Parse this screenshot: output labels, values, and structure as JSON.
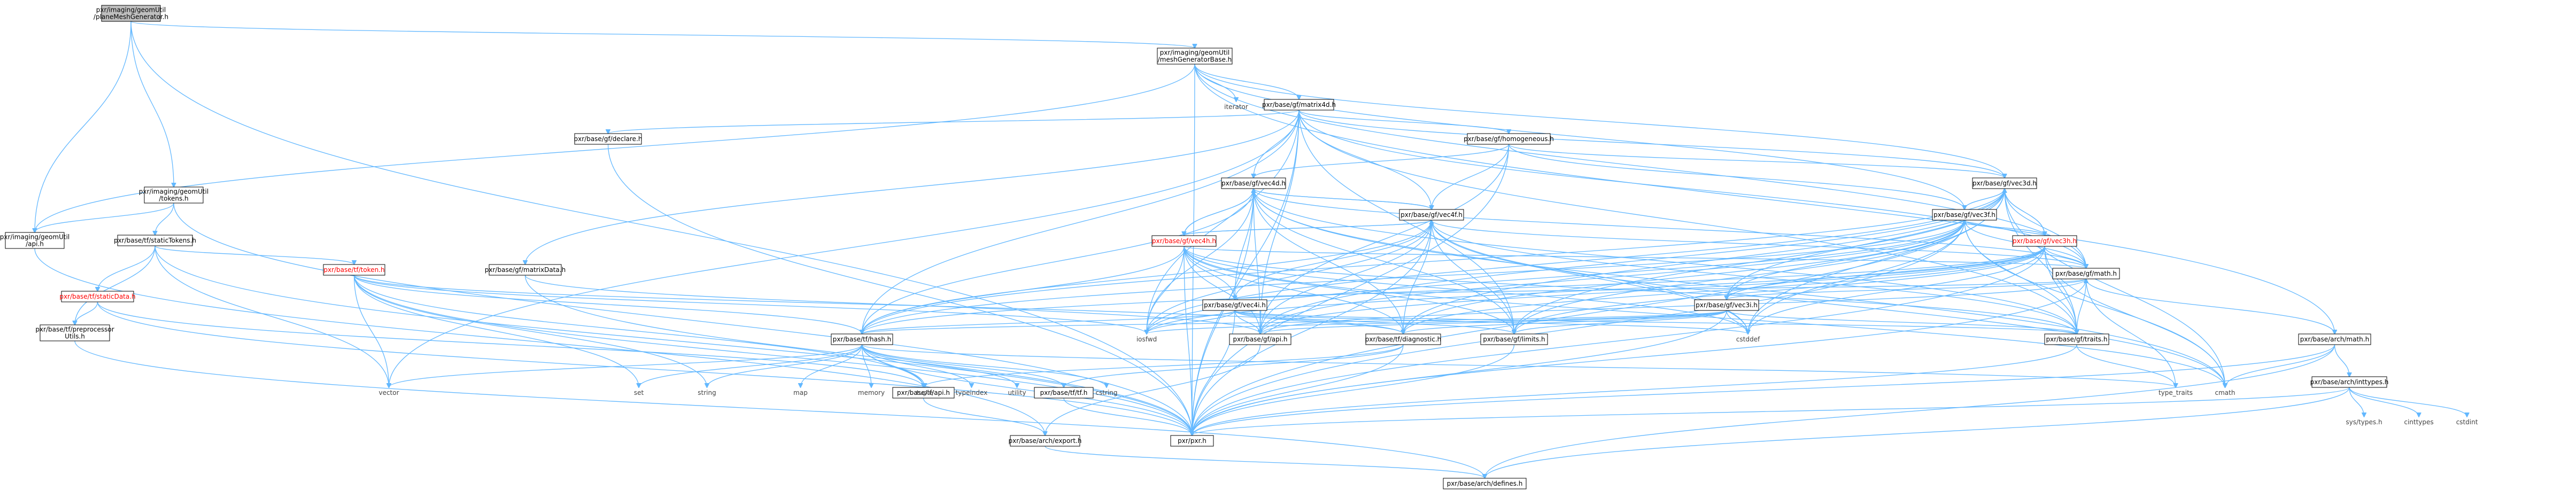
{
  "diagram": {
    "type": "include-dependency-graph",
    "nodes": [
      {
        "id": "root",
        "lines": [
          "pxr/imaging/geomUtil",
          "/planeMeshGenerator.h"
        ],
        "style": "root"
      },
      {
        "id": "meshgen",
        "lines": [
          "pxr/imaging/geomUtil",
          "/meshGeneratorBase.h"
        ],
        "style": "box"
      },
      {
        "id": "iterator",
        "lines": [
          "iterator"
        ],
        "style": "plain"
      },
      {
        "id": "matrix4d",
        "lines": [
          "pxr/base/gf/matrix4d.h"
        ],
        "style": "box"
      },
      {
        "id": "declare",
        "lines": [
          "pxr/base/gf/declare.h"
        ],
        "style": "box"
      },
      {
        "id": "homogeneous",
        "lines": [
          "pxr/base/gf/homogeneous.h"
        ],
        "style": "box"
      },
      {
        "id": "tokens",
        "lines": [
          "pxr/imaging/geomUtil",
          "/tokens.h"
        ],
        "style": "box"
      },
      {
        "id": "geomapi",
        "lines": [
          "pxr/imaging/geomUtil",
          "/api.h"
        ],
        "style": "box"
      },
      {
        "id": "statictokens",
        "lines": [
          "pxr/base/tf/staticTokens.h"
        ],
        "style": "box"
      },
      {
        "id": "token",
        "lines": [
          "pxr/base/tf/token.h"
        ],
        "style": "red"
      },
      {
        "id": "staticdata",
        "lines": [
          "pxr/base/tf/staticData.h"
        ],
        "style": "red"
      },
      {
        "id": "preprocessor",
        "lines": [
          "pxr/base/tf/preprocessor",
          "Utils.h"
        ],
        "style": "box"
      },
      {
        "id": "matrixdata",
        "lines": [
          "pxr/base/gf/matrixData.h"
        ],
        "style": "box"
      },
      {
        "id": "vec4d",
        "lines": [
          "pxr/base/gf/vec4d.h"
        ],
        "style": "box"
      },
      {
        "id": "vec4f",
        "lines": [
          "pxr/base/gf/vec4f.h"
        ],
        "style": "box"
      },
      {
        "id": "vec4h",
        "lines": [
          "pxr/base/gf/vec4h.h"
        ],
        "style": "red"
      },
      {
        "id": "vec4i",
        "lines": [
          "pxr/base/gf/vec4i.h"
        ],
        "style": "box"
      },
      {
        "id": "vec3d",
        "lines": [
          "pxr/base/gf/vec3d.h"
        ],
        "style": "box"
      },
      {
        "id": "vec3f",
        "lines": [
          "pxr/base/gf/vec3f.h"
        ],
        "style": "box"
      },
      {
        "id": "vec3h",
        "lines": [
          "pxr/base/gf/vec3h.h"
        ],
        "style": "red"
      },
      {
        "id": "vec3i",
        "lines": [
          "pxr/base/gf/vec3i.h"
        ],
        "style": "box"
      },
      {
        "id": "gfmath",
        "lines": [
          "pxr/base/gf/math.h"
        ],
        "style": "box"
      },
      {
        "id": "archmath",
        "lines": [
          "pxr/base/arch/math.h"
        ],
        "style": "box"
      },
      {
        "id": "inttypes",
        "lines": [
          "pxr/base/arch/inttypes.h"
        ],
        "style": "box"
      },
      {
        "id": "hash",
        "lines": [
          "pxr/base/tf/hash.h"
        ],
        "style": "box"
      },
      {
        "id": "gfapi",
        "lines": [
          "pxr/base/gf/api.h"
        ],
        "style": "box"
      },
      {
        "id": "limits",
        "lines": [
          "pxr/base/gf/limits.h"
        ],
        "style": "box"
      },
      {
        "id": "diagnostic",
        "lines": [
          "pxr/base/tf/diagnostic.h"
        ],
        "style": "box"
      },
      {
        "id": "traits",
        "lines": [
          "pxr/base/gf/traits.h"
        ],
        "style": "box"
      },
      {
        "id": "tfapi",
        "lines": [
          "pxr/base/tf/api.h"
        ],
        "style": "box"
      },
      {
        "id": "tfh",
        "lines": [
          "pxr/base/tf/tf.h"
        ],
        "style": "box"
      },
      {
        "id": "archexport",
        "lines": [
          "pxr/base/arch/export.h"
        ],
        "style": "box"
      },
      {
        "id": "pxr",
        "lines": [
          "pxr/pxr.h"
        ],
        "style": "box"
      },
      {
        "id": "archdefines",
        "lines": [
          "pxr/base/arch/defines.h"
        ],
        "style": "box"
      },
      {
        "id": "iosfwd",
        "lines": [
          "iosfwd"
        ],
        "style": "plain"
      },
      {
        "id": "cstddef",
        "lines": [
          "cstddef"
        ],
        "style": "plain"
      },
      {
        "id": "cmath",
        "lines": [
          "cmath"
        ],
        "style": "plain"
      },
      {
        "id": "type_traits",
        "lines": [
          "type_traits"
        ],
        "style": "plain"
      },
      {
        "id": "vector",
        "lines": [
          "vector"
        ],
        "style": "plain"
      },
      {
        "id": "set",
        "lines": [
          "set"
        ],
        "style": "plain"
      },
      {
        "id": "string",
        "lines": [
          "string"
        ],
        "style": "plain"
      },
      {
        "id": "map",
        "lines": [
          "map"
        ],
        "style": "plain"
      },
      {
        "id": "memory",
        "lines": [
          "memory"
        ],
        "style": "plain"
      },
      {
        "id": "tuple",
        "lines": [
          "tuple"
        ],
        "style": "plain"
      },
      {
        "id": "typeindex",
        "lines": [
          "typeindex"
        ],
        "style": "plain"
      },
      {
        "id": "utility",
        "lines": [
          "utility"
        ],
        "style": "plain"
      },
      {
        "id": "cstring",
        "lines": [
          "cstring"
        ],
        "style": "plain"
      },
      {
        "id": "systypes",
        "lines": [
          "sys/types.h"
        ],
        "style": "plain"
      },
      {
        "id": "cinttypes",
        "lines": [
          "cinttypes"
        ],
        "style": "plain"
      },
      {
        "id": "cstdint",
        "lines": [
          "cstdint"
        ],
        "style": "plain"
      }
    ],
    "edges": [
      [
        "root",
        "meshgen"
      ],
      [
        "root",
        "tokens"
      ],
      [
        "root",
        "geomapi"
      ],
      [
        "root",
        "pxr"
      ],
      [
        "meshgen",
        "iterator"
      ],
      [
        "meshgen",
        "matrix4d"
      ],
      [
        "meshgen",
        "vec3d"
      ],
      [
        "meshgen",
        "vec3f"
      ],
      [
        "meshgen",
        "gfmath"
      ],
      [
        "meshgen",
        "archmath"
      ],
      [
        "meshgen",
        "geomapi"
      ],
      [
        "meshgen",
        "pxr"
      ],
      [
        "matrix4d",
        "declare"
      ],
      [
        "matrix4d",
        "homogeneous"
      ],
      [
        "matrix4d",
        "matrixdata"
      ],
      [
        "matrix4d",
        "vec4d"
      ],
      [
        "matrix4d",
        "vec3d"
      ],
      [
        "matrix4d",
        "gfmath"
      ],
      [
        "matrix4d",
        "traits"
      ],
      [
        "matrix4d",
        "limits"
      ],
      [
        "matrix4d",
        "gfapi"
      ],
      [
        "matrix4d",
        "hash"
      ],
      [
        "matrix4d",
        "iosfwd"
      ],
      [
        "matrix4d",
        "vector"
      ],
      [
        "matrix4d",
        "pxr"
      ],
      [
        "matrix4d",
        "vec4f"
      ],
      [
        "declare",
        "pxr"
      ],
      [
        "homogeneous",
        "vec4d"
      ],
      [
        "homogeneous",
        "vec4f"
      ],
      [
        "homogeneous",
        "vec3d"
      ],
      [
        "homogeneous",
        "vec3f"
      ],
      [
        "homogeneous",
        "gfapi"
      ],
      [
        "homogeneous",
        "pxr"
      ],
      [
        "tokens",
        "geomapi"
      ],
      [
        "tokens",
        "statictokens"
      ],
      [
        "tokens",
        "pxr"
      ],
      [
        "geomapi",
        "archexport"
      ],
      [
        "statictokens",
        "token"
      ],
      [
        "statictokens",
        "staticdata"
      ],
      [
        "statictokens",
        "preprocessor"
      ],
      [
        "statictokens",
        "vector"
      ],
      [
        "statictokens",
        "pxr"
      ],
      [
        "token",
        "hash"
      ],
      [
        "token",
        "tfapi"
      ],
      [
        "token",
        "diagnostic"
      ],
      [
        "token",
        "iosfwd"
      ],
      [
        "token",
        "string"
      ],
      [
        "token",
        "vector"
      ],
      [
        "token",
        "set"
      ],
      [
        "token",
        "pxr"
      ],
      [
        "staticdata",
        "preprocessor"
      ],
      [
        "staticdata",
        "pxr"
      ],
      [
        "staticdata",
        "tfapi"
      ],
      [
        "preprocessor",
        "archdefines"
      ],
      [
        "matrixdata",
        "gfapi"
      ],
      [
        "matrixdata",
        "pxr"
      ],
      [
        "vec4d",
        "vec4f"
      ],
      [
        "vec4d",
        "vec4h"
      ],
      [
        "vec4d",
        "vec4i"
      ],
      [
        "vec4d",
        "gfmath"
      ],
      [
        "vec4d",
        "gfapi"
      ],
      [
        "vec4d",
        "limits"
      ],
      [
        "vec4d",
        "traits"
      ],
      [
        "vec4d",
        "diagnostic"
      ],
      [
        "vec4d",
        "hash"
      ],
      [
        "vec4d",
        "cstddef"
      ],
      [
        "vec4d",
        "cmath"
      ],
      [
        "vec4d",
        "iosfwd"
      ],
      [
        "vec4d",
        "pxr"
      ],
      [
        "vec4f",
        "vec4d"
      ],
      [
        "vec4f",
        "vec4h"
      ],
      [
        "vec4f",
        "vec4i"
      ],
      [
        "vec4f",
        "gfmath"
      ],
      [
        "vec4f",
        "gfapi"
      ],
      [
        "vec4f",
        "limits"
      ],
      [
        "vec4f",
        "traits"
      ],
      [
        "vec4f",
        "diagnostic"
      ],
      [
        "vec4f",
        "hash"
      ],
      [
        "vec4f",
        "cstddef"
      ],
      [
        "vec4f",
        "cmath"
      ],
      [
        "vec4f",
        "iosfwd"
      ],
      [
        "vec4f",
        "pxr"
      ],
      [
        "vec4h",
        "vec4d"
      ],
      [
        "vec4h",
        "vec4f"
      ],
      [
        "vec4h",
        "vec4i"
      ],
      [
        "vec4h",
        "gfmath"
      ],
      [
        "vec4h",
        "gfapi"
      ],
      [
        "vec4h",
        "limits"
      ],
      [
        "vec4h",
        "traits"
      ],
      [
        "vec4h",
        "diagnostic"
      ],
      [
        "vec4h",
        "hash"
      ],
      [
        "vec4h",
        "cstddef"
      ],
      [
        "vec4h",
        "cmath"
      ],
      [
        "vec4h",
        "iosfwd"
      ],
      [
        "vec4h",
        "pxr"
      ],
      [
        "vec4i",
        "gfmath"
      ],
      [
        "vec4i",
        "gfapi"
      ],
      [
        "vec4i",
        "limits"
      ],
      [
        "vec4i",
        "traits"
      ],
      [
        "vec4i",
        "diagnostic"
      ],
      [
        "vec4i",
        "hash"
      ],
      [
        "vec4i",
        "cstddef"
      ],
      [
        "vec4i",
        "iosfwd"
      ],
      [
        "vec4i",
        "pxr"
      ],
      [
        "vec3d",
        "vec3f"
      ],
      [
        "vec3d",
        "vec3h"
      ],
      [
        "vec3d",
        "vec3i"
      ],
      [
        "vec3d",
        "gfmath"
      ],
      [
        "vec3d",
        "gfapi"
      ],
      [
        "vec3d",
        "limits"
      ],
      [
        "vec3d",
        "traits"
      ],
      [
        "vec3d",
        "diagnostic"
      ],
      [
        "vec3d",
        "hash"
      ],
      [
        "vec3d",
        "cstddef"
      ],
      [
        "vec3d",
        "cmath"
      ],
      [
        "vec3d",
        "iosfwd"
      ],
      [
        "vec3d",
        "pxr"
      ],
      [
        "vec3f",
        "vec3d"
      ],
      [
        "vec3f",
        "vec3h"
      ],
      [
        "vec3f",
        "vec3i"
      ],
      [
        "vec3f",
        "gfmath"
      ],
      [
        "vec3f",
        "gfapi"
      ],
      [
        "vec3f",
        "limits"
      ],
      [
        "vec3f",
        "traits"
      ],
      [
        "vec3f",
        "diagnostic"
      ],
      [
        "vec3f",
        "hash"
      ],
      [
        "vec3f",
        "cstddef"
      ],
      [
        "vec3f",
        "cmath"
      ],
      [
        "vec3f",
        "iosfwd"
      ],
      [
        "vec3f",
        "pxr"
      ],
      [
        "vec3h",
        "vec3d"
      ],
      [
        "vec3h",
        "vec3f"
      ],
      [
        "vec3h",
        "vec3i"
      ],
      [
        "vec3h",
        "gfmath"
      ],
      [
        "vec3h",
        "gfapi"
      ],
      [
        "vec3h",
        "limits"
      ],
      [
        "vec3h",
        "traits"
      ],
      [
        "vec3h",
        "diagnostic"
      ],
      [
        "vec3h",
        "hash"
      ],
      [
        "vec3h",
        "cstddef"
      ],
      [
        "vec3h",
        "cmath"
      ],
      [
        "vec3h",
        "iosfwd"
      ],
      [
        "vec3h",
        "pxr"
      ],
      [
        "vec3i",
        "gfmath"
      ],
      [
        "vec3i",
        "gfapi"
      ],
      [
        "vec3i",
        "limits"
      ],
      [
        "vec3i",
        "traits"
      ],
      [
        "vec3i",
        "diagnostic"
      ],
      [
        "vec3i",
        "hash"
      ],
      [
        "vec3i",
        "cstddef"
      ],
      [
        "vec3i",
        "iosfwd"
      ],
      [
        "vec3i",
        "pxr"
      ],
      [
        "gfmath",
        "archmath"
      ],
      [
        "gfmath",
        "gfapi"
      ],
      [
        "gfmath",
        "traits"
      ],
      [
        "gfmath",
        "type_traits"
      ],
      [
        "gfmath",
        "pxr"
      ],
      [
        "archmath",
        "inttypes"
      ],
      [
        "archmath",
        "archdefines"
      ],
      [
        "archmath",
        "cmath"
      ],
      [
        "archmath",
        "pxr"
      ],
      [
        "inttypes",
        "systypes"
      ],
      [
        "inttypes",
        "cinttypes"
      ],
      [
        "inttypes",
        "cstdint"
      ],
      [
        "inttypes",
        "archdefines"
      ],
      [
        "inttypes",
        "pxr"
      ],
      [
        "traits",
        "type_traits"
      ],
      [
        "traits",
        "pxr"
      ],
      [
        "limits",
        "pxr"
      ],
      [
        "gfapi",
        "archexport"
      ],
      [
        "diagnostic",
        "pxr"
      ],
      [
        "diagnostic",
        "tfh"
      ],
      [
        "diagnostic",
        "tfapi"
      ],
      [
        "hash",
        "tfapi"
      ],
      [
        "hash",
        "tfh"
      ],
      [
        "hash",
        "map"
      ],
      [
        "hash",
        "memory"
      ],
      [
        "hash",
        "tuple"
      ],
      [
        "hash",
        "typeindex"
      ],
      [
        "hash",
        "utility"
      ],
      [
        "hash",
        "cstring"
      ],
      [
        "hash",
        "set"
      ],
      [
        "hash",
        "string"
      ],
      [
        "hash",
        "vector"
      ],
      [
        "hash",
        "type_traits"
      ],
      [
        "hash",
        "pxr"
      ],
      [
        "tfapi",
        "archexport"
      ],
      [
        "tfh",
        "pxr"
      ],
      [
        "archexport",
        "archdefines"
      ]
    ]
  }
}
